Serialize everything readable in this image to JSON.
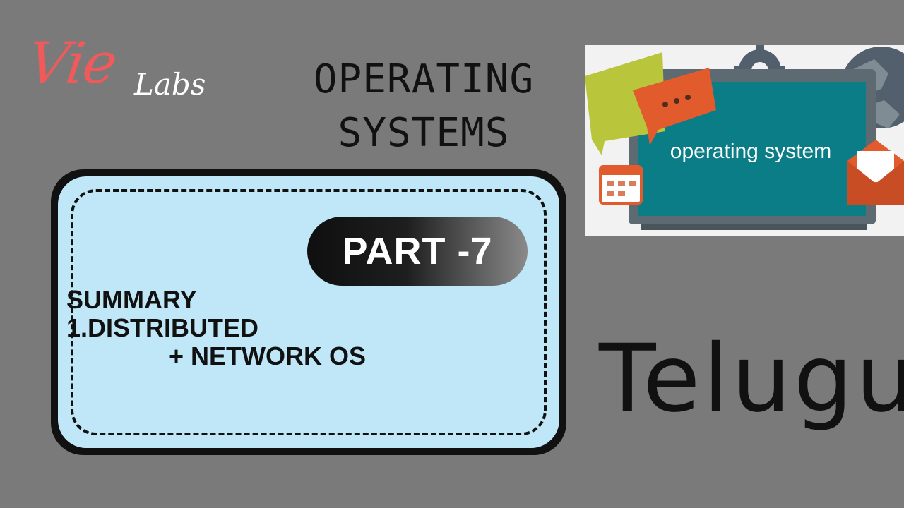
{
  "logo": {
    "primary": "Vie",
    "secondary": "Labs"
  },
  "title": {
    "line1": "OPERATING",
    "line2": "SYSTEMS"
  },
  "part": {
    "label": "PART -7"
  },
  "summary": {
    "heading": "SUMMARY",
    "item1": "1.DISTRIBUTED",
    "item2": "+ NETWORK OS"
  },
  "illustration": {
    "screen_text": "operating system",
    "icons": [
      "chat-bubble-icon",
      "message-bubble-icon",
      "gear-icon",
      "globe-icon",
      "calendar-icon",
      "envelope-icon"
    ]
  },
  "language": {
    "label": "Telugu"
  },
  "colors": {
    "background": "#7a7a7a",
    "logo_accent": "#f05a5a",
    "card_fill": "#bfe7f8",
    "screen": "#0a7d86"
  }
}
